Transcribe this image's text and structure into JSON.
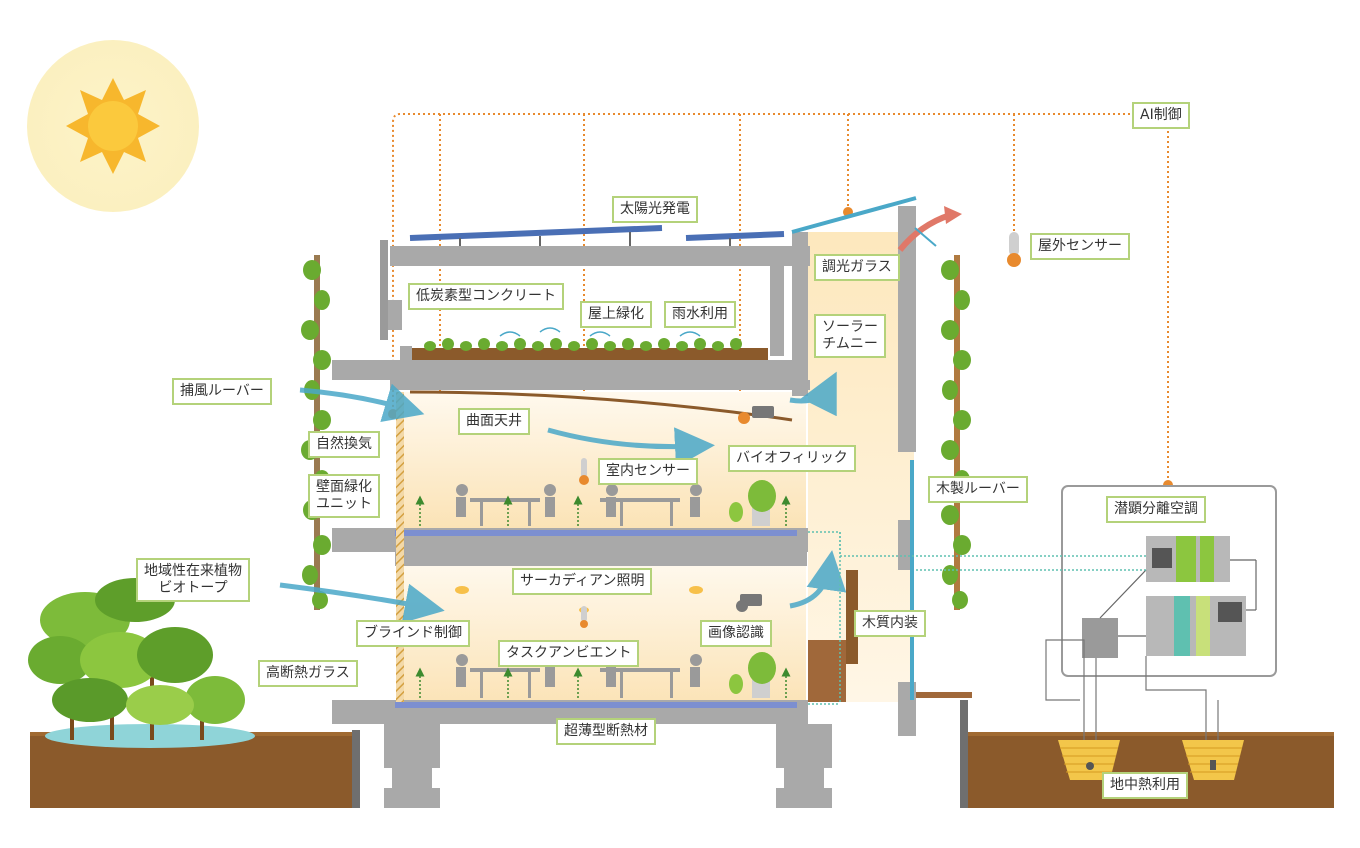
{
  "colors": {
    "label_border": "#b4d27a",
    "control_line": "#e88a2e",
    "concrete": "#a9a9a9",
    "solar_panel": "#4a6fb5",
    "ground": "#8b5a2b",
    "airflow": "#4aa8c8",
    "warm_light": "#fbe6b8",
    "plant_green": "#5a9a2a"
  },
  "icons": [
    "sun-icon",
    "thermometer-icon",
    "tree-icon",
    "person-at-desk-icon",
    "potted-plant-icon",
    "camera-icon",
    "airflow-arrow-icon",
    "exhaust-arrow-icon",
    "ahu-unit-icon",
    "geothermal-pipe-icon"
  ],
  "labels": {
    "ai_control": "AI制御",
    "solar_power": "太陽光発電",
    "outdoor_sensor": "屋外センサー",
    "dimming_glass": "調光ガラス",
    "low_carbon_concrete": "低炭素型コンクリート",
    "rooftop_greening": "屋上緑化",
    "rainwater_use": "雨水利用",
    "solar_chimney": "ソーラー\nチムニー",
    "wind_catch_louver": "捕風ルーバー",
    "curved_ceiling": "曲面天井",
    "natural_ventilation": "自然換気",
    "indoor_sensor": "室内センサー",
    "biophilic": "バイオフィリック",
    "wall_greening_unit": "壁面緑化\nユニット",
    "wooden_louver": "木製ルーバー",
    "latent_sensible_ac": "潜顕分離空調",
    "native_plants_biotope": "地域性在来植物\nビオトープ",
    "circadian_lighting": "サーカディアン照明",
    "wooden_interior": "木質内装",
    "blind_control": "ブラインド制御",
    "image_recognition": "画像認識",
    "task_ambient": "タスクアンビエント",
    "high_insulation_glass": "高断熱ガラス",
    "ultra_thin_insulation": "超薄型断熱材",
    "geothermal_use": "地中熱利用"
  }
}
